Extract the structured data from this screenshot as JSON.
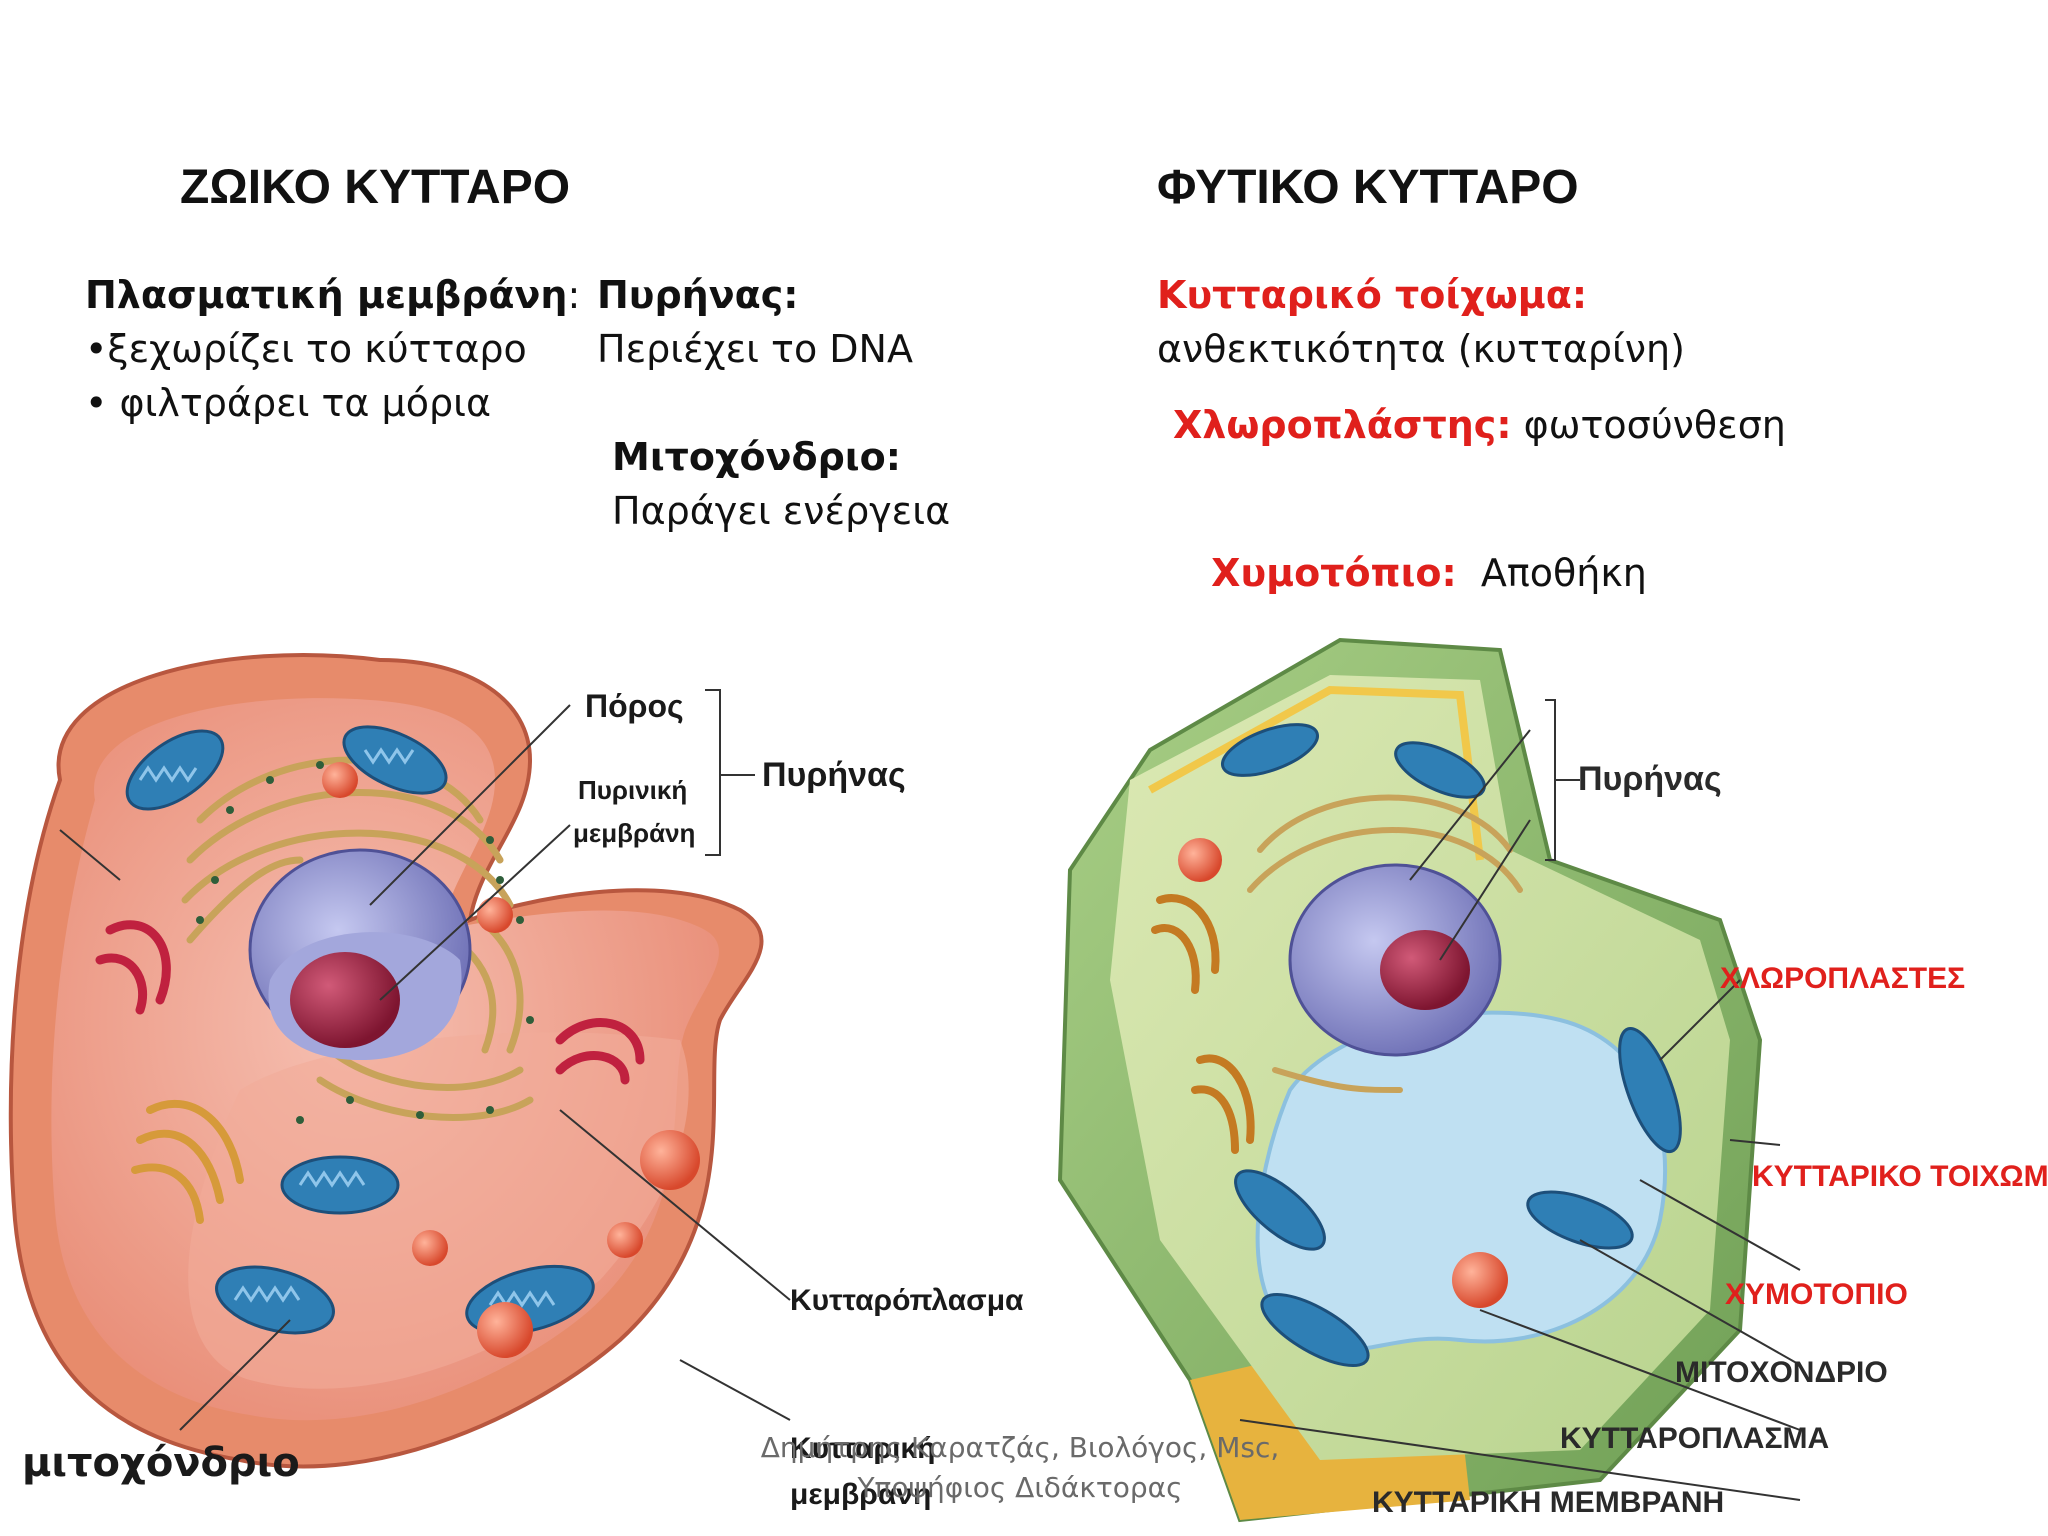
{
  "animal": {
    "title": "ΖΩΙΚΟ ΚΥΤΤΑΡΟ",
    "membrane_label": "Πλασματική μεμβράνη",
    "membrane_colon": ":",
    "membrane_items": [
      "•ξεχωρίζει το κύτταρο",
      "• φιλτράρει τα μόρια"
    ],
    "nucleus_label": "Πυρήνας:",
    "nucleus_text": "Περιέχει το DNA",
    "mito_label": "Μιτοχόνδριο:",
    "mito_text": "Παράγει ενέργεια",
    "diagram_labels": {
      "pore": "Πόρος",
      "nuclear_membrane_1": "Πυρινική",
      "nuclear_membrane_2": "μεμβράνη",
      "nucleus": "Πυρήνας",
      "cytoplasm": "Κυτταρόπλασμα",
      "cell_membrane_1": "Κυτταρική",
      "cell_membrane_2": "μεμβράνη",
      "mitochondrion": "μιτοχόνδριο"
    }
  },
  "plant": {
    "title": "ΦΥΤΙΚΟ ΚΥΤΤΑΡΟ",
    "wall_label": "Κυτταρικό τοίχωμα:",
    "wall_text": "ανθεκτικότητα (κυτταρίνη)",
    "chloro_label": "Χλωροπλάστης:",
    "chloro_text": " φωτοσύνθεση",
    "vacuole_label": "Χυμοτόπιο:",
    "vacuole_text": "  Αποθήκη",
    "diagram_labels": {
      "nucleus": "Πυρήνας",
      "chloroplasts": "ΧΛΩΡΟΠΛΑΣΤΕΣ",
      "cell_wall": "ΚΥΤΤΑΡΙΚΟ ΤΟΙΧΩΜΑ",
      "vacuole": "ΧΥΜΟΤΟΠΙΟ",
      "mitochondrion": "ΜΙΤΟΧΟΝΔΡΙΟ",
      "cytoplasm": "ΚΥΤΤΑΡΟΠΛΑΣΜΑ",
      "cell_membrane": "ΚΥΤΤΑΡΙΚΗ ΜΕΜΒΡΑΝΗ"
    }
  },
  "footer": {
    "line1": "Δημήτρης Καρατζάς, Βιολόγος, Msc,",
    "line2": "Υποψήφιος Διδάκτορας"
  },
  "colors": {
    "red_label": "#e0201c",
    "animal_cell": "#f0a38c",
    "plant_wall": "#8db86a",
    "vacuole": "#bfe0f2",
    "mitochondria": "#2f7fb5"
  }
}
